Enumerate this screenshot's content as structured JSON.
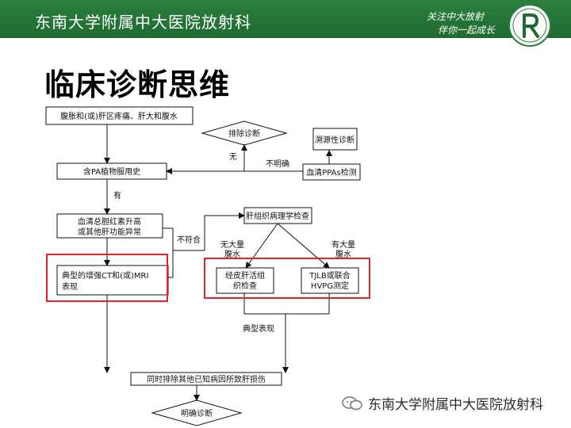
{
  "header": {
    "title": "东南大学附属中大医院放射科",
    "slogan_line1": "关注中大放射",
    "slogan_line2": "伴你一起成长"
  },
  "page": {
    "title": "临床诊断思维"
  },
  "flowchart": {
    "nodes": {
      "start": "腹胀和(或)肝区疼痛、肝大和腹水",
      "exclude": "排除诊断",
      "trace": "溯源性诊断",
      "pa_history": "含PA植物服用史",
      "ppas": "血清PPAs检测",
      "bilirubin_line1": "血清总胆红素升高",
      "bilirubin_line2": "或其他肝功能异常",
      "ct_line1": "典型的增强CT和(或)MRI",
      "ct_line2": "表现",
      "pathology": "肝组织病理学检查",
      "biopsy_line1": "经皮肝活组",
      "biopsy_line2": "织检查",
      "tjlb_line1": "TJLB或联合",
      "tjlb_line2": "HVPG测定",
      "exclude_others": "同时排除其他已知病因所致肝损伤",
      "diagnosis": "明确诊断"
    },
    "labels": {
      "none": "无",
      "unclear": "不明确",
      "yes": "有",
      "mismatch": "不符合",
      "no_ascites_line1": "无大量",
      "no_ascites_line2": "腹水",
      "with_ascites_line1": "有大量",
      "with_ascites_line2": "腹水",
      "typical": "典型表现"
    },
    "highlight_color": "#e3242b"
  },
  "watermark": {
    "text": "东南大学附属中大医院放射科"
  },
  "colors": {
    "header": "#1f6a31",
    "highlight": "#e3242b"
  }
}
